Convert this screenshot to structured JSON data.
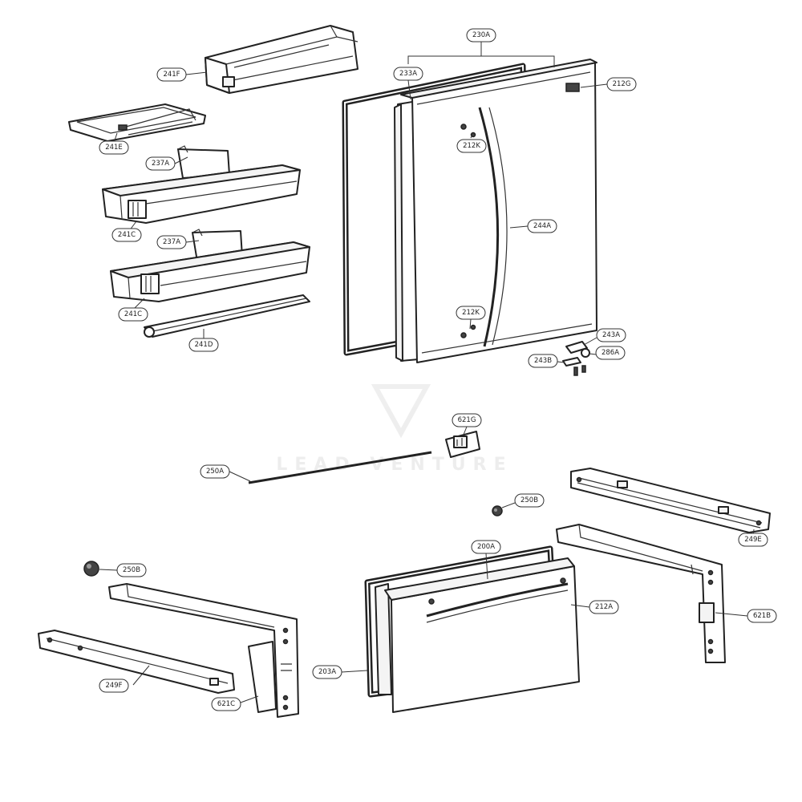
{
  "diagram": {
    "watermark": "LEAD VENTURE",
    "callouts": [
      {
        "id": "241F",
        "label": "241F"
      },
      {
        "id": "241E",
        "label": "241E"
      },
      {
        "id": "237A_1",
        "label": "237A"
      },
      {
        "id": "241C_1",
        "label": "241C"
      },
      {
        "id": "237A_2",
        "label": "237A"
      },
      {
        "id": "241C_2",
        "label": "241C"
      },
      {
        "id": "241D",
        "label": "241D"
      },
      {
        "id": "230A",
        "label": "230A"
      },
      {
        "id": "233A",
        "label": "233A"
      },
      {
        "id": "212G",
        "label": "212G"
      },
      {
        "id": "212K_1",
        "label": "212K"
      },
      {
        "id": "244A",
        "label": "244A"
      },
      {
        "id": "212K_2",
        "label": "212K"
      },
      {
        "id": "243A",
        "label": "243A"
      },
      {
        "id": "286A",
        "label": "286A"
      },
      {
        "id": "243B",
        "label": "243B"
      },
      {
        "id": "621G",
        "label": "621G"
      },
      {
        "id": "250A",
        "label": "250A"
      },
      {
        "id": "250B_1",
        "label": "250B"
      },
      {
        "id": "249E",
        "label": "249E"
      },
      {
        "id": "250B_2",
        "label": "250B"
      },
      {
        "id": "200A",
        "label": "200A"
      },
      {
        "id": "212A",
        "label": "212A"
      },
      {
        "id": "621B",
        "label": "621B"
      },
      {
        "id": "203A",
        "label": "203A"
      },
      {
        "id": "249F",
        "label": "249F"
      },
      {
        "id": "621C",
        "label": "621C"
      }
    ]
  }
}
